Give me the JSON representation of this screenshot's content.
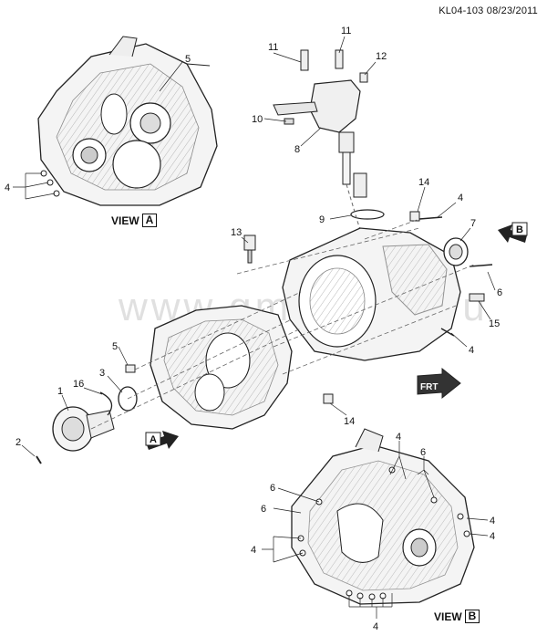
{
  "doc_id": "KL04-103 08/23/2011",
  "watermark": "www.gmsmend.ru",
  "views": {
    "view_a": {
      "prefix": "VIEW",
      "letter": "A"
    },
    "view_b": {
      "prefix": "VIEW",
      "letter": "B"
    }
  },
  "arrows": {
    "a": "A",
    "b": "B"
  },
  "front_badge": "FRT",
  "callouts": [
    {
      "id": "c5a",
      "text": "5"
    },
    {
      "id": "c4a",
      "text": "4"
    },
    {
      "id": "c11a",
      "text": "11"
    },
    {
      "id": "c11b",
      "text": "11"
    },
    {
      "id": "c12",
      "text": "12"
    },
    {
      "id": "c10",
      "text": "10"
    },
    {
      "id": "c8",
      "text": "8"
    },
    {
      "id": "c14a",
      "text": "14"
    },
    {
      "id": "c4b",
      "text": "4"
    },
    {
      "id": "c9",
      "text": "9"
    },
    {
      "id": "c7",
      "text": "7"
    },
    {
      "id": "c13",
      "text": "13"
    },
    {
      "id": "c6a",
      "text": "6"
    },
    {
      "id": "c15",
      "text": "15"
    },
    {
      "id": "c5b",
      "text": "5"
    },
    {
      "id": "c4c",
      "text": "4"
    },
    {
      "id": "c3",
      "text": "3"
    },
    {
      "id": "c1",
      "text": "1"
    },
    {
      "id": "c16",
      "text": "16"
    },
    {
      "id": "c14b",
      "text": "14"
    },
    {
      "id": "c2",
      "text": "2"
    },
    {
      "id": "c4d",
      "text": "4"
    },
    {
      "id": "c6b",
      "text": "6"
    },
    {
      "id": "c6c",
      "text": "6"
    },
    {
      "id": "c6d",
      "text": "6"
    },
    {
      "id": "c4e",
      "text": "4"
    },
    {
      "id": "c4f",
      "text": "4"
    },
    {
      "id": "c4g",
      "text": "4"
    },
    {
      "id": "c4h",
      "text": "4"
    }
  ]
}
